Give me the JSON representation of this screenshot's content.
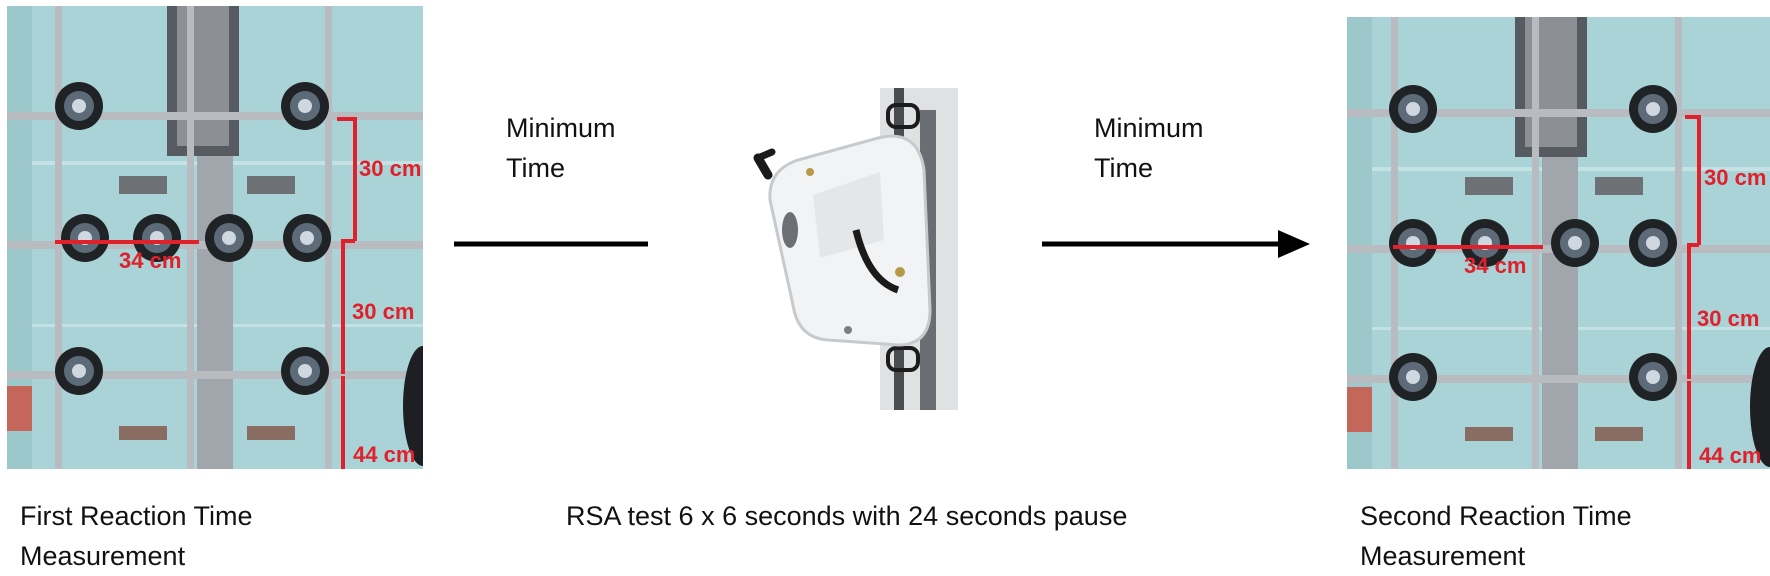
{
  "panels": {
    "left": {
      "measurements": {
        "vertical_top": "30 cm",
        "horizontal": "34 cm",
        "vertical_mid": "30 cm",
        "vertical_bottom": "44 cm"
      }
    },
    "right": {
      "measurements": {
        "vertical_top": "30 cm",
        "horizontal": "34 cm",
        "vertical_mid": "30 cm",
        "vertical_bottom": "44 cm"
      }
    }
  },
  "arrows": [
    {
      "label_line1": "Minimum",
      "label_line2": "Time"
    },
    {
      "label_line1": "Minimum",
      "label_line2": "Time"
    }
  ],
  "captions": {
    "left": {
      "line1": "First Reaction Time",
      "line2": "Measurement"
    },
    "center": "RSA test 6 x 6 seconds with 24 seconds pause",
    "right": {
      "line1": "Second Reaction Time",
      "line2": "Measurement"
    }
  },
  "colors": {
    "wall": "#a9d3d6",
    "frame": "#b8bcc0",
    "measure": "#e0202a",
    "arrow": "#000000"
  }
}
